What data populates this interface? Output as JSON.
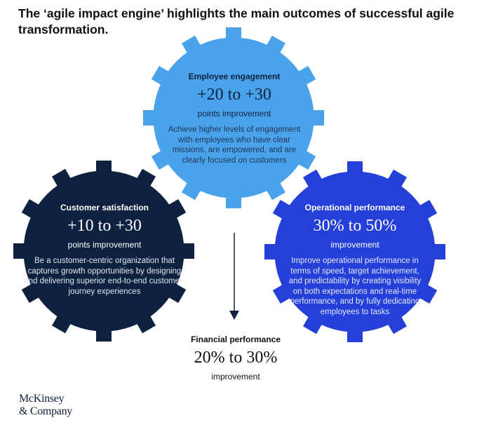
{
  "title": "The ‘agile impact engine’ highlights the main outcomes of successful agile transformation.",
  "colors": {
    "employee": "#4aa3ea",
    "customer": "#0e2240",
    "operational": "#2540d9",
    "arrow": "#0e2240"
  },
  "gears": {
    "employee": {
      "heading": "Employee engagement",
      "value": "+20 to +30",
      "unit": "points improvement",
      "description": "Achieve higher levels of engagement with employees who have clear missions, are empowered, and are clearly focused on customers"
    },
    "customer": {
      "heading": "Customer satisfaction",
      "value": "+10 to +30",
      "unit": "points improvement",
      "description": "Be a customer-centric organization that captures growth opportunities by designing and delivering superior end-to-end customer-journey experiences"
    },
    "operational": {
      "heading": "Operational performance",
      "value": "30% to 50%",
      "unit": "improvement",
      "description": "Improve operational performance in terms of speed, target achievement, and predictability by creating visibility on both expectations and real-time performance, and by fully dedicating employees to tasks"
    }
  },
  "financial": {
    "heading": "Financial performance",
    "value": "20% to 30%",
    "unit": "improvement"
  },
  "logo": {
    "line1": "McKinsey",
    "line2": "& Company"
  }
}
